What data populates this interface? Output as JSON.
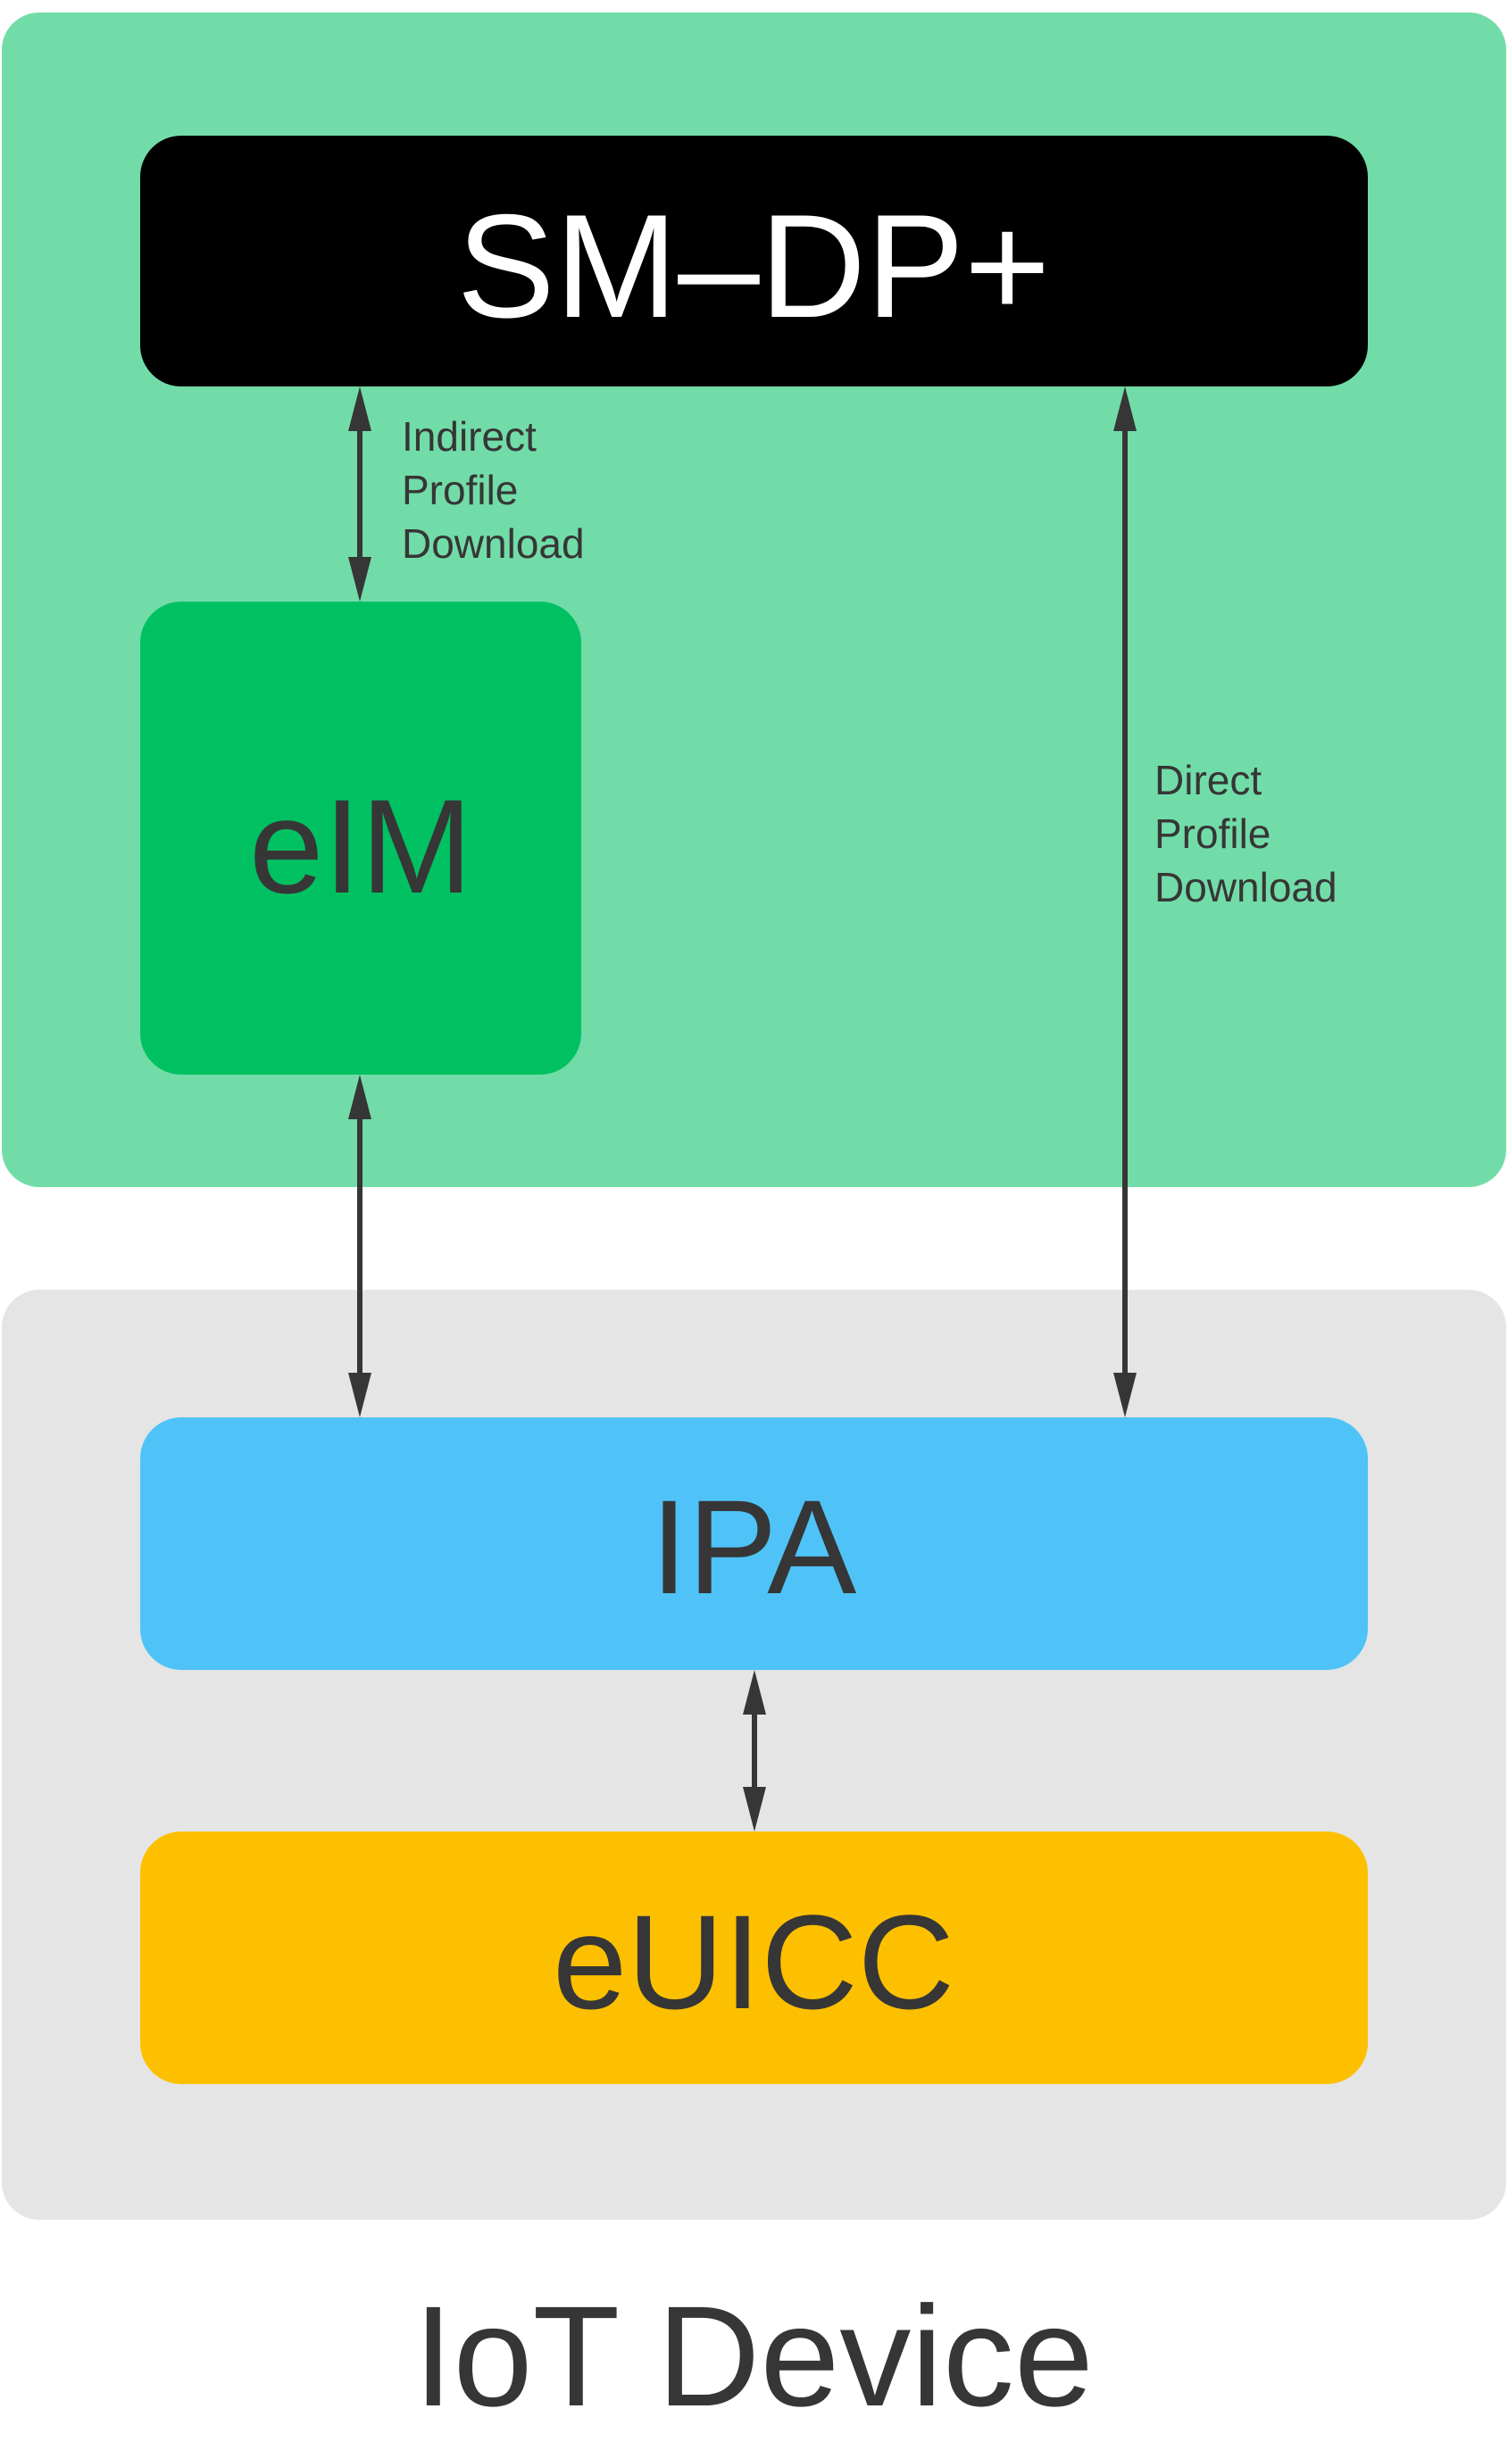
{
  "colors": {
    "cloud_region": "#72dca8",
    "device_region": "#e5e5e5",
    "smdp": "#000000",
    "eim": "#00c162",
    "ipa": "#4fc3f7",
    "euicc": "#fdc000",
    "text_dark": "#363636",
    "text_light": "#ffffff"
  },
  "nodes": {
    "smdp": "SM–DP+",
    "eim": "eIM",
    "ipa": "IPA",
    "euicc": "eUICC"
  },
  "labels": {
    "indirect": [
      "Indirect",
      "Profile",
      "Download"
    ],
    "direct": [
      "Direct",
      "Profile",
      "Download"
    ],
    "device": "IoT Device"
  },
  "edges": [
    {
      "from": "smdp",
      "to": "eim",
      "bidirectional": true,
      "label": "Indirect Profile Download"
    },
    {
      "from": "eim",
      "to": "ipa",
      "bidirectional": true
    },
    {
      "from": "smdp",
      "to": "ipa",
      "bidirectional": true,
      "label": "Direct Profile Download"
    },
    {
      "from": "ipa",
      "to": "euicc",
      "bidirectional": true
    }
  ]
}
